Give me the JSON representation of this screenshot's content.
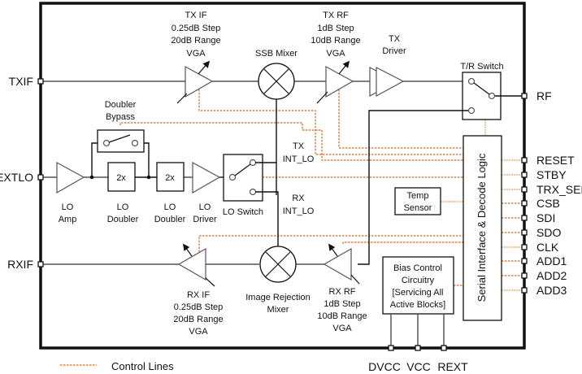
{
  "diagram": {
    "title": "Transceiver Functional Block Diagram",
    "pins_left": {
      "txif": "TXIF",
      "extlo": "EXTLO",
      "rxif": "RXIF"
    },
    "pins_right": {
      "rf": "RF",
      "control": [
        "RESET",
        "STBY",
        "TRX_SEL",
        "CSB",
        "SDI",
        "SDO",
        "CLK",
        "ADD1",
        "ADD2",
        "ADD3"
      ]
    },
    "pins_bottom": [
      "DVCC",
      "VCC",
      "REXT"
    ],
    "blocks": {
      "tx_if_vga": [
        "TX IF",
        "0.25dB Step",
        "20dB Range",
        "VGA"
      ],
      "ssb_mixer": "SSB Mixer",
      "tx_rf_vga": [
        "TX RF",
        "1dB Step",
        "10dB Range",
        "VGA"
      ],
      "tx_driver": [
        "TX",
        "Driver"
      ],
      "tr_switch": "T/R Switch",
      "doubler_bypass": [
        "Doubler",
        "Bypass"
      ],
      "lo_amp": [
        "LO",
        "Amp"
      ],
      "lo_doubler_1": [
        "LO",
        "Doubler"
      ],
      "lo_doubler_2": [
        "LO",
        "Doubler"
      ],
      "doubler_symbol": "2x",
      "lo_driver": [
        "LO",
        "Driver"
      ],
      "lo_switch": "LO Switch",
      "tx_int_lo": [
        "TX",
        "INT_LO"
      ],
      "rx_int_lo": [
        "RX",
        "INT_LO"
      ],
      "temp_sensor": [
        "Temp",
        "Sensor"
      ],
      "serial_logic": "Serial Interface & Decode Logic",
      "rx_if_vga": [
        "RX IF",
        "0.25dB Step",
        "20dB Range",
        "VGA"
      ],
      "image_rejection_mixer": [
        "Image Rejection",
        "Mixer"
      ],
      "rx_rf_vga": [
        "RX RF",
        "1dB Step",
        "10dB Range",
        "VGA"
      ],
      "bias_control": [
        "Bias Control",
        "Circuitry",
        "[Servicing All",
        "Active Blocks]"
      ]
    },
    "legend": {
      "control_lines": "Control Lines"
    },
    "colors": {
      "control_line": "#d9661a",
      "frame": "#111111",
      "signal": "#555555"
    }
  }
}
